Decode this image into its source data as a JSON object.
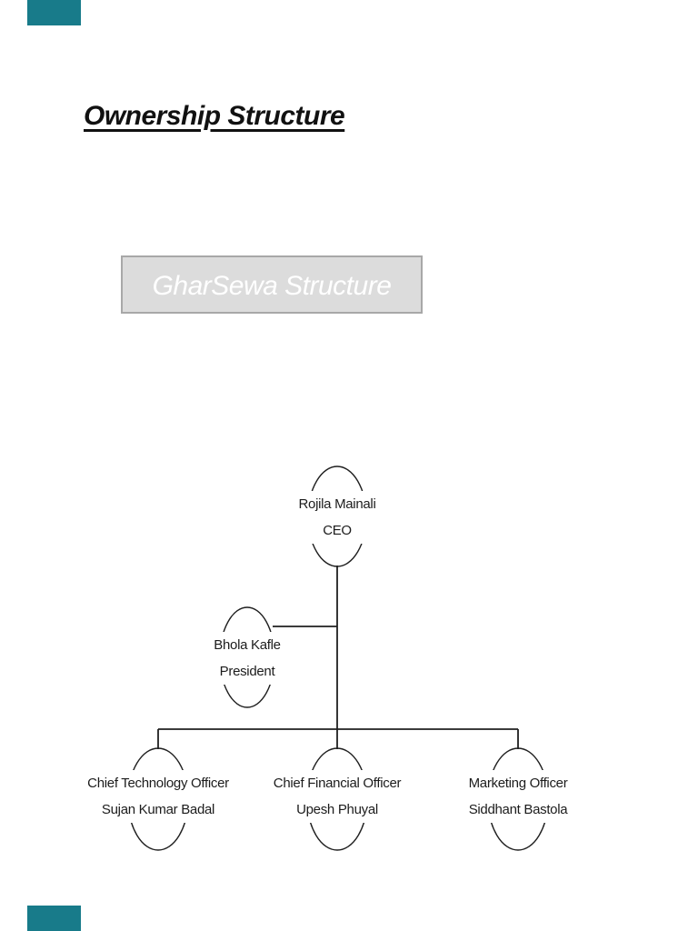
{
  "document": {
    "heading": "Ownership Structure",
    "diagram_title": "GharSewa Structure"
  },
  "org_chart": {
    "nodes": [
      {
        "id": "ceo",
        "line1": "Rojila Mainali",
        "line2": "CEO"
      },
      {
        "id": "president",
        "line1": "Bhola Kafle",
        "line2": "President"
      },
      {
        "id": "cto",
        "line1": "Chief Technology Officer",
        "line2": "Sujan Kumar Badal"
      },
      {
        "id": "cfo",
        "line1": "Chief Financial Officer",
        "line2": "Upesh Phuyal"
      },
      {
        "id": "marketing",
        "line1": "Marketing Officer",
        "line2": "Siddhant Bastola"
      }
    ]
  },
  "colors": {
    "page-marker": "#187B8A",
    "line": "#1F1F1F",
    "box-fill": "#DCDCDC",
    "box-border": "#A8A8A8",
    "box-text": "#FFFFFF",
    "text": "#1C1C1C"
  }
}
